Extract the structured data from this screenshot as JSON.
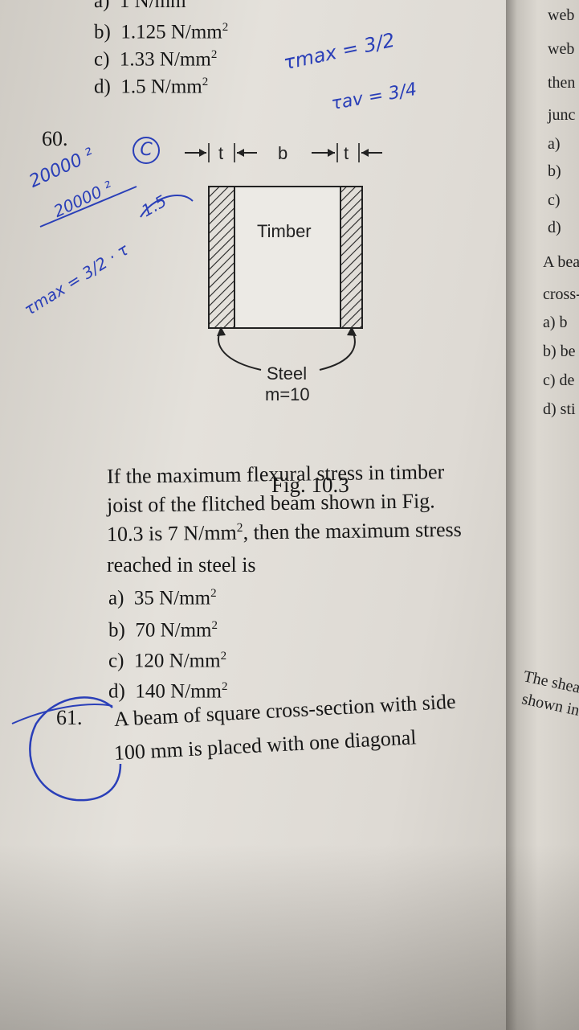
{
  "prev_options": [
    {
      "letter": "a)",
      "value": "1 N/mm"
    },
    {
      "letter": "b)",
      "value": "1.125 N/mm",
      "sup": "2"
    },
    {
      "letter": "c)",
      "value": "1.33 N/mm",
      "sup": "2"
    },
    {
      "letter": "d)",
      "value": "1.5 N/mm",
      "sup": "2"
    }
  ],
  "q60": {
    "number": "60.",
    "figure": {
      "dim_t_left": "t",
      "dim_b": "b",
      "dim_t_right": "t",
      "timber_label": "Timber",
      "steel_label": "Steel",
      "modular_ratio": "m=10",
      "caption": "Fig. 10.3"
    },
    "text_lines": [
      "If the maximum flexural stress in timber",
      "joist of the flitched beam shown in Fig.",
      "10.3 is 7 N/mm",
      "reached in steel is"
    ],
    "line3_sup": "2",
    "line3_tail": ", then the maximum stress",
    "options": [
      {
        "letter": "a)",
        "value": "35 N/mm",
        "sup": "2"
      },
      {
        "letter": "b)",
        "value": "70 N/mm",
        "sup": "2"
      },
      {
        "letter": "c)",
        "value": "120 N/mm",
        "sup": "2"
      },
      {
        "letter": "d)",
        "value": "140 N/mm",
        "sup": "2"
      }
    ]
  },
  "q61": {
    "number": "61.",
    "line1": "A beam of square cross-section with side",
    "line2": "100 mm is placed with one diagonal"
  },
  "right_page": {
    "lines": [
      "web",
      "web",
      "then",
      "junc",
      "a)",
      "b)",
      "c)",
      "d)",
      "A bea",
      "cross-",
      "a) b",
      "b) be",
      "c) de",
      "d) sti",
      "The shea",
      "shown in"
    ]
  },
  "handwriting": {
    "tmax": "τmax = 3/2",
    "tav": "τav = 3/4",
    "circled": "C",
    "left_calc_1": "20000 ²",
    "left_calc_2": "20000 ²",
    "left_calc_3": "1.5",
    "left_calc_4": "τmax = 3/2 · τ"
  },
  "colors": {
    "ink": "#161616",
    "pen": "#2a3fb8",
    "paper": "#e2dfd9"
  }
}
